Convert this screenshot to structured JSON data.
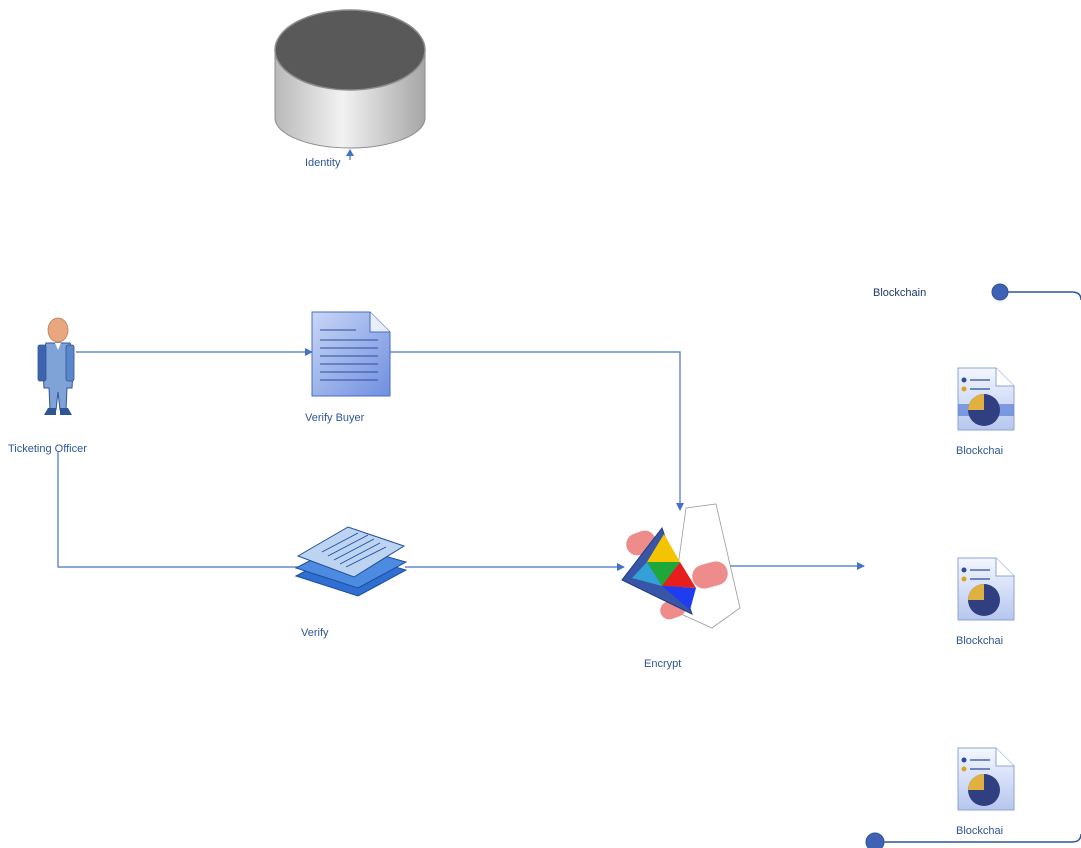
{
  "nodes": {
    "identity": {
      "label": "Identity",
      "icon": "database-cylinder-icon"
    },
    "ticketing_officer": {
      "label": "Ticketing Officer",
      "icon": "person-icon"
    },
    "verify_buyer": {
      "label": "Verify Buyer",
      "icon": "document-icon"
    },
    "verify": {
      "label": "Verify",
      "icon": "stacked-documents-icon"
    },
    "encrypt": {
      "label": "Encrypt",
      "icon": "encryption-prism-icon"
    },
    "blockchain_header": {
      "label": "Blockchain"
    },
    "blockchain_1": {
      "label": "Blockchai",
      "icon": "report-chart-icon"
    },
    "blockchain_2": {
      "label": "Blockchai",
      "icon": "report-chart-icon"
    },
    "blockchain_3": {
      "label": "Blockchai",
      "icon": "report-chart-icon"
    }
  },
  "colors": {
    "connector": "#4472c4",
    "label": "#2f5597",
    "bracket": "#2f5597"
  }
}
